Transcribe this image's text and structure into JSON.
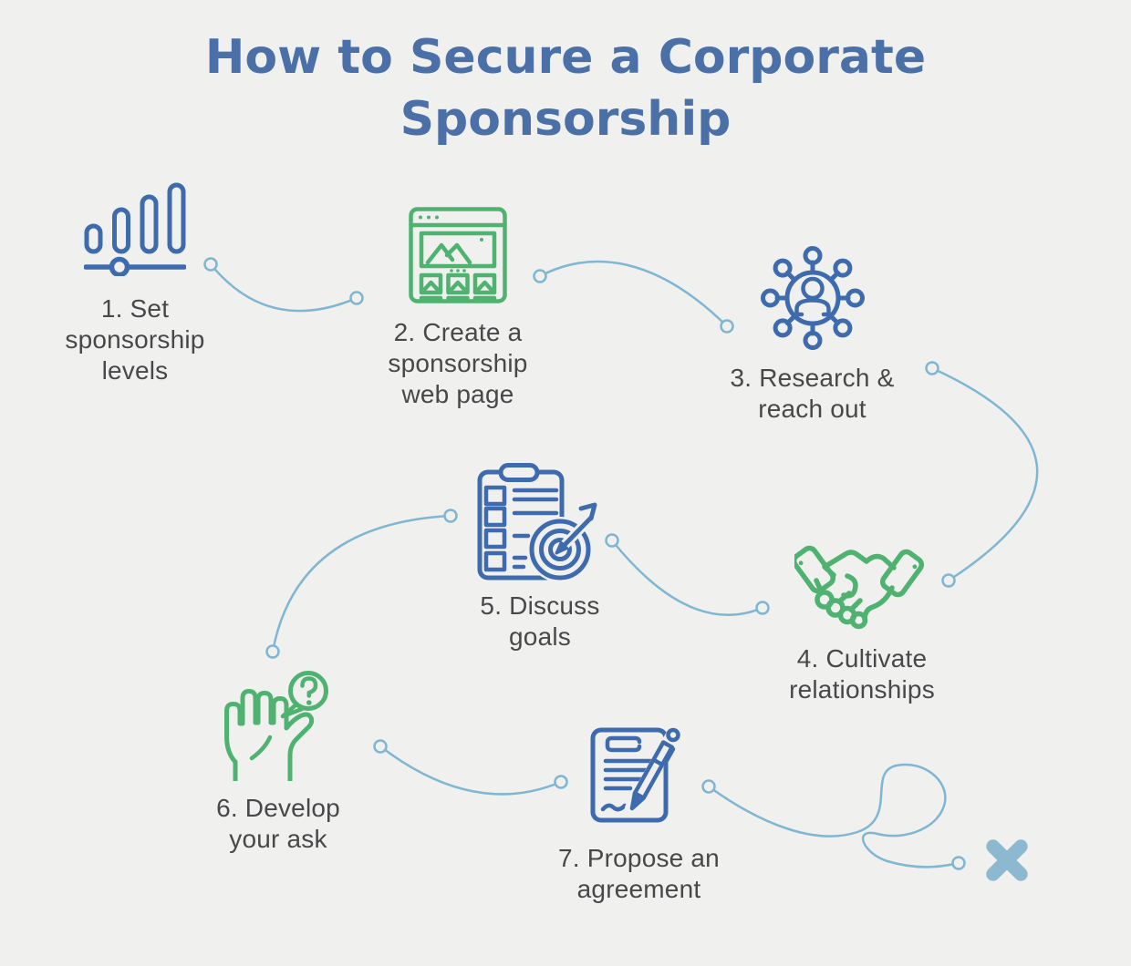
{
  "title": {
    "text": "How to Secure a Corporate Sponsorship"
  },
  "steps": [
    {
      "number": 1,
      "label": "1. Set sponsorship levels",
      "icon": "bar-chart-slider-icon",
      "icon_color": "blue"
    },
    {
      "number": 2,
      "label": "2. Create a sponsorship web page",
      "icon": "webpage-icon",
      "icon_color": "green"
    },
    {
      "number": 3,
      "label": "3. Research & reach out",
      "icon": "network-person-icon",
      "icon_color": "blue"
    },
    {
      "number": 4,
      "label": "4. Cultivate relationships",
      "icon": "handshake-icon",
      "icon_color": "green"
    },
    {
      "number": 5,
      "label": "5. Discuss goals",
      "icon": "checklist-target-icon",
      "icon_color": "blue"
    },
    {
      "number": 6,
      "label": "6. Develop your ask",
      "icon": "raised-hand-question-icon",
      "icon_color": "green"
    },
    {
      "number": 7,
      "label": "7. Propose an agreement",
      "icon": "document-pen-icon",
      "icon_color": "blue"
    }
  ],
  "end_marker": {
    "icon": "x-mark-icon"
  },
  "colors": {
    "bg": "#f0f0ee",
    "title": "#4a70a7",
    "icon_blue": "#3e6bae",
    "icon_green": "#4fb271",
    "connector": "#7fb6d2",
    "x_mark": "#8cb9cf",
    "text": "#48484b"
  }
}
